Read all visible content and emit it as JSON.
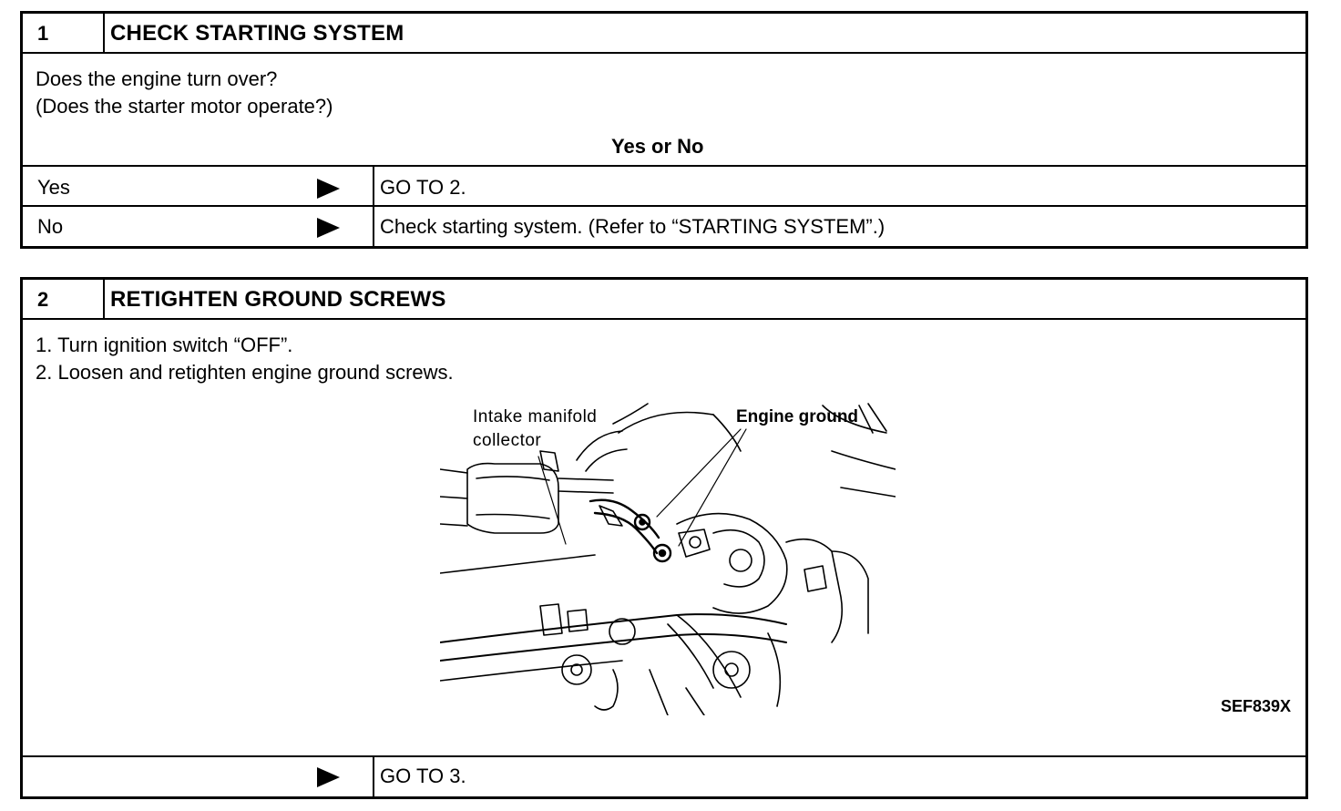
{
  "step1": {
    "number": "1",
    "title": "CHECK STARTING SYSTEM",
    "question_line1": "Does the engine turn over?",
    "question_line2": "(Does the starter motor operate?)",
    "answer_header": "Yes or No",
    "rows": [
      {
        "answer": "Yes",
        "action": "GO TO 2."
      },
      {
        "answer": "No",
        "action": "Check starting system. (Refer to “STARTING SYSTEM”.)"
      }
    ]
  },
  "step2": {
    "number": "2",
    "title": "RETIGHTEN GROUND SCREWS",
    "instructions": [
      "1.  Turn ignition switch “OFF”.",
      "2.  Loosen and retighten engine ground screws."
    ],
    "figure": {
      "label_line1": "Intake manifold",
      "label_line2": "collector",
      "label_ground": "Engine ground",
      "code": "SEF839X"
    },
    "next_action": "GO TO 3."
  }
}
